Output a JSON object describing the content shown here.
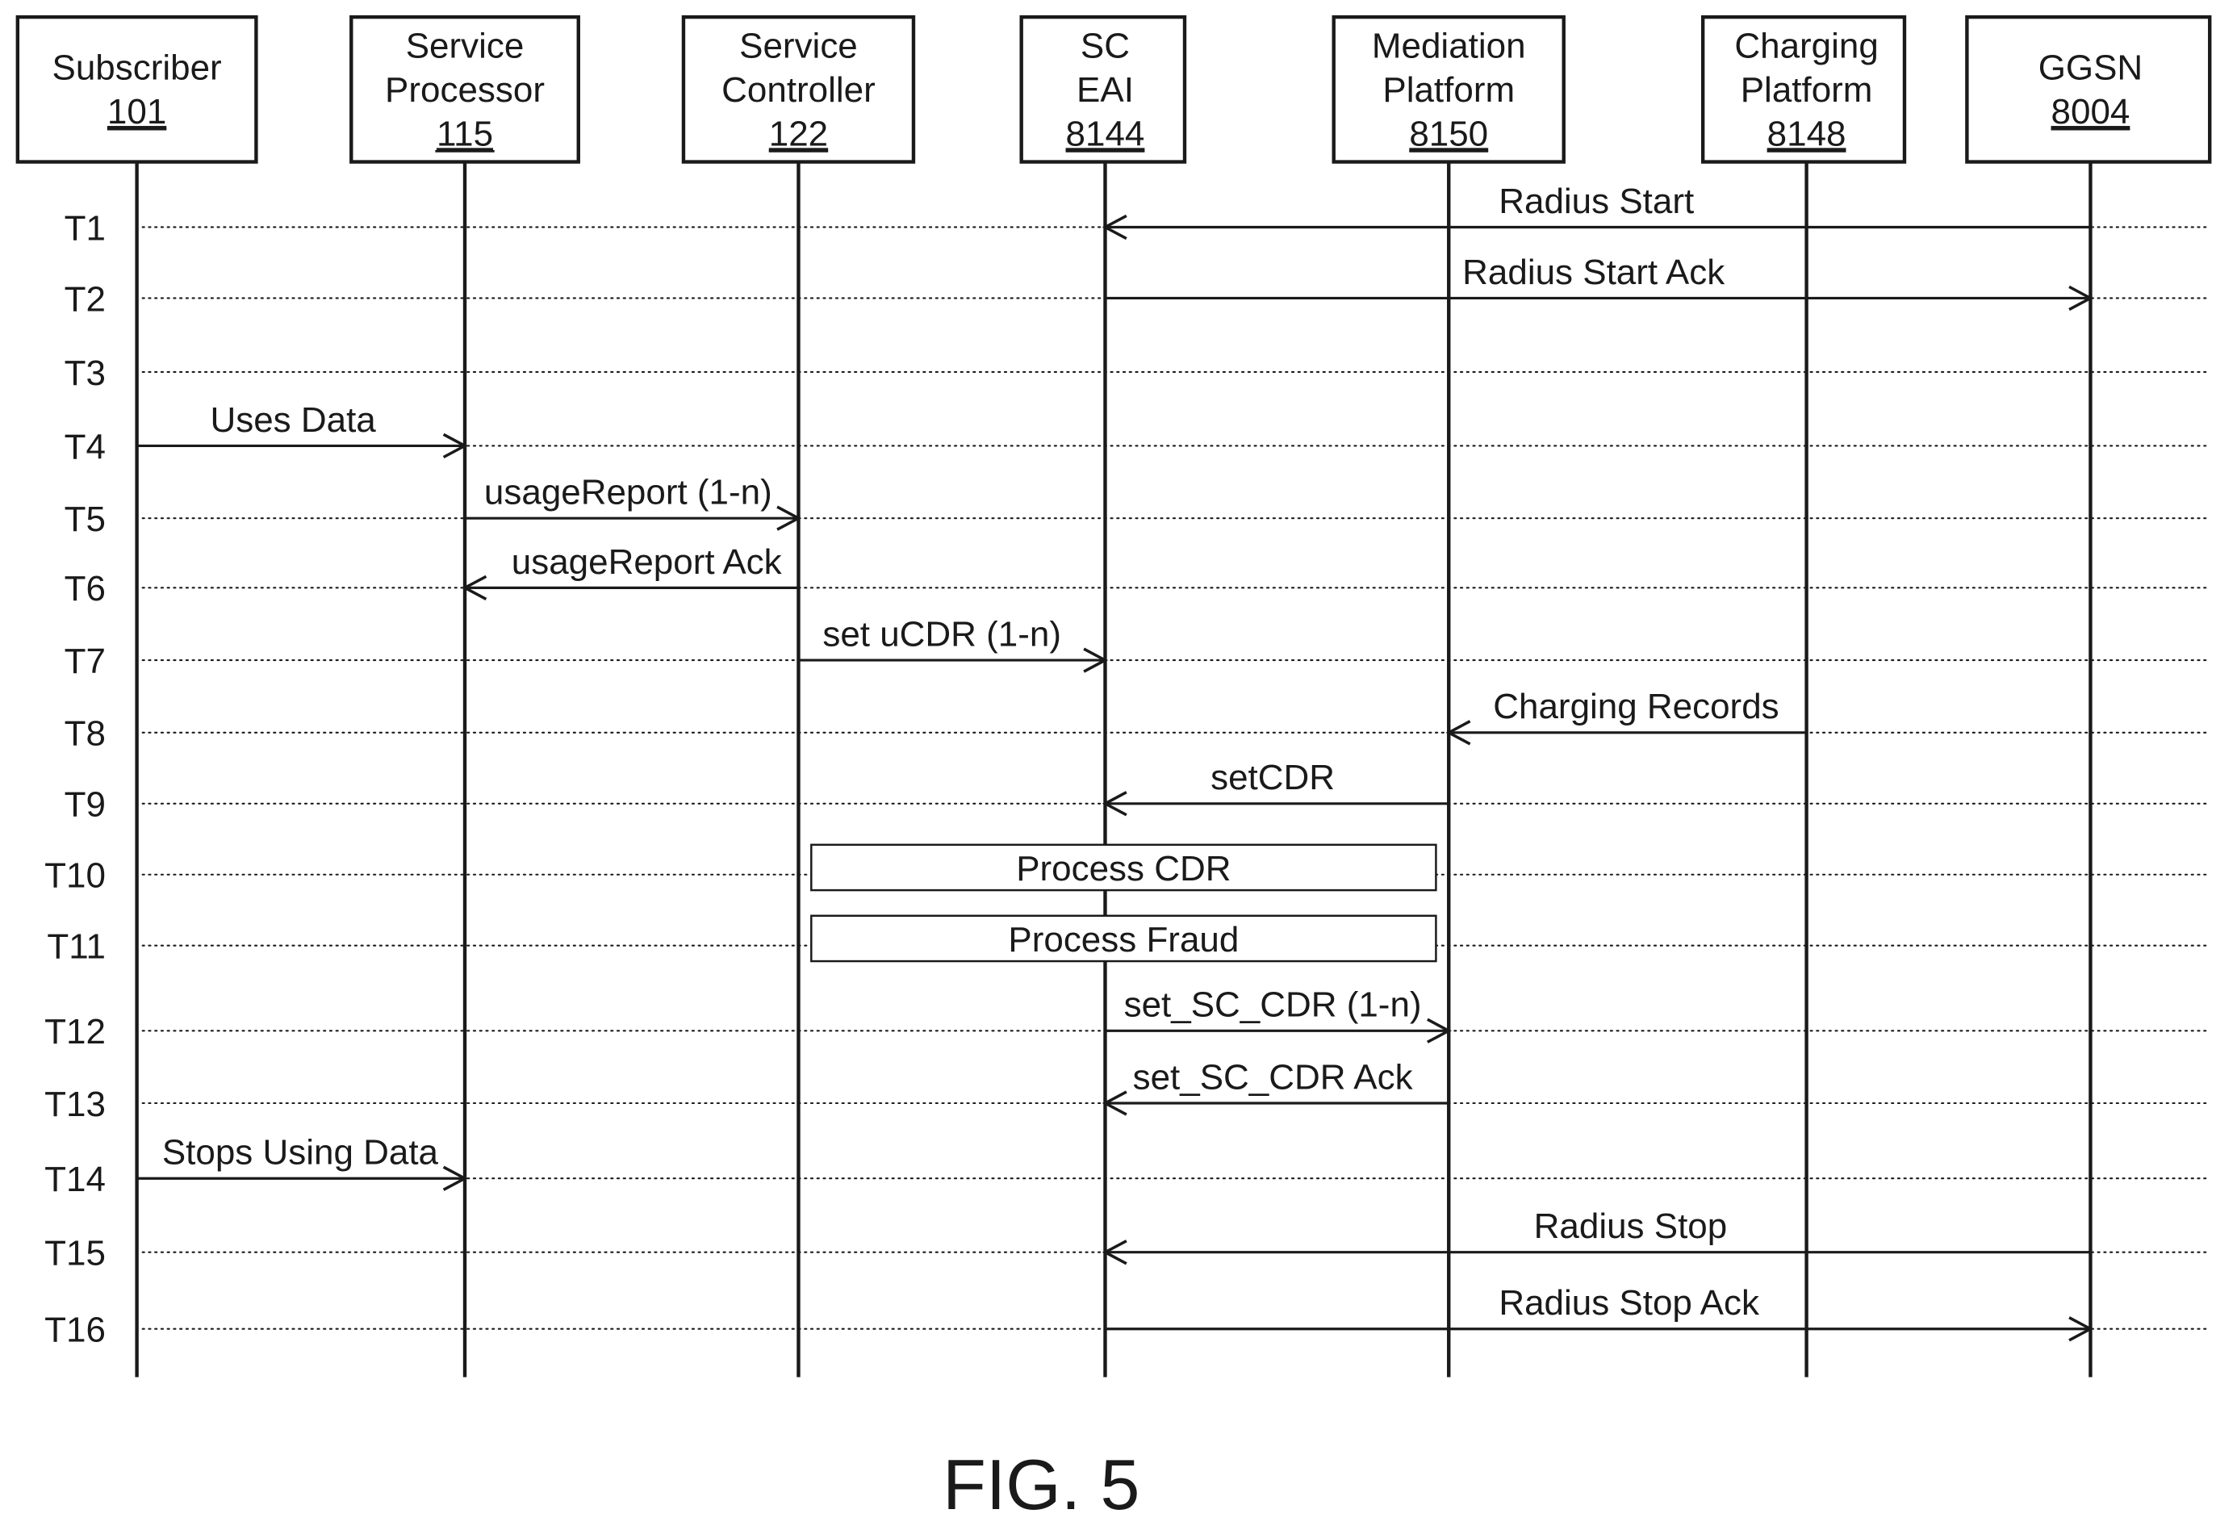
{
  "participants": [
    {
      "id": "subscriber",
      "lines": [
        "Subscriber"
      ],
      "number": "101"
    },
    {
      "id": "service-processor",
      "lines": [
        "Service",
        "Processor"
      ],
      "number": "115"
    },
    {
      "id": "service-controller",
      "lines": [
        "Service",
        "Controller"
      ],
      "number": "122"
    },
    {
      "id": "sc-eai",
      "lines": [
        "SC",
        "EAI"
      ],
      "number": "8144"
    },
    {
      "id": "mediation-platform",
      "lines": [
        "Mediation",
        "Platform"
      ],
      "number": "8150"
    },
    {
      "id": "charging-platform",
      "lines": [
        "Charging",
        "Platform"
      ],
      "number": "8148"
    },
    {
      "id": "ggsn",
      "lines": [
        "GGSN"
      ],
      "number": "8004"
    }
  ],
  "time_steps": [
    "T1",
    "T2",
    "T3",
    "T4",
    "T5",
    "T6",
    "T7",
    "T8",
    "T9",
    "T10",
    "T11",
    "T12",
    "T13",
    "T14",
    "T15",
    "T16"
  ],
  "messages": [
    {
      "step": 0,
      "from": "ggsn",
      "to": "sc-eai",
      "label": "Radius Start"
    },
    {
      "step": 1,
      "from": "sc-eai",
      "to": "ggsn",
      "label": "Radius Start Ack"
    },
    {
      "step": 3,
      "from": "subscriber",
      "to": "service-processor",
      "label": "Uses Data"
    },
    {
      "step": 4,
      "from": "service-processor",
      "to": "service-controller",
      "label": "usageReport (1-n)"
    },
    {
      "step": 5,
      "from": "service-controller",
      "to": "service-processor",
      "label": "usageReport Ack"
    },
    {
      "step": 6,
      "from": "service-controller",
      "to": "sc-eai",
      "label": "set uCDR (1-n)"
    },
    {
      "step": 7,
      "from": "charging-platform",
      "to": "mediation-platform",
      "label": "Charging Records"
    },
    {
      "step": 8,
      "from": "mediation-platform",
      "to": "sc-eai",
      "label": "setCDR"
    },
    {
      "step": 11,
      "from": "sc-eai",
      "to": "mediation-platform",
      "label": "set_SC_CDR (1-n)"
    },
    {
      "step": 12,
      "from": "mediation-platform",
      "to": "sc-eai",
      "label": "set_SC_CDR Ack"
    },
    {
      "step": 13,
      "from": "subscriber",
      "to": "service-processor",
      "label": "Stops Using Data"
    },
    {
      "step": 14,
      "from": "ggsn",
      "to": "sc-eai",
      "label": "Radius Stop"
    },
    {
      "step": 15,
      "from": "sc-eai",
      "to": "ggsn",
      "label": "Radius Stop Ack"
    }
  ],
  "processes": [
    {
      "step": 9,
      "from": "service-controller",
      "to": "mediation-platform",
      "label": "Process CDR"
    },
    {
      "step": 10,
      "from": "service-controller",
      "to": "mediation-platform",
      "label": "Process Fraud"
    }
  ],
  "figure_label": "FIG. 5"
}
